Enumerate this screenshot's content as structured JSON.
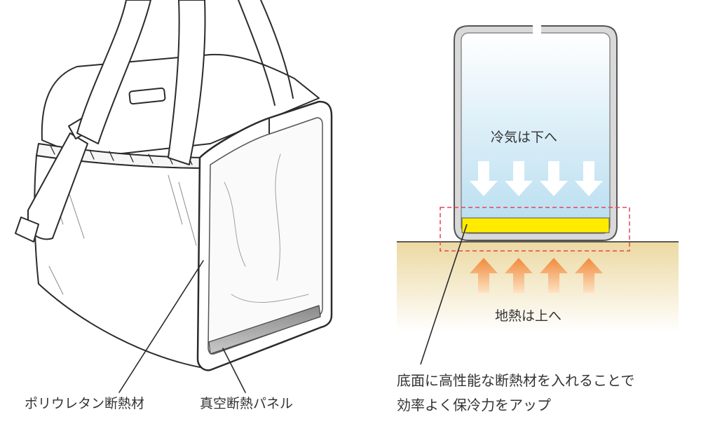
{
  "left_illustration": {
    "label_polyurethane": "ポリウレタン断熱材",
    "label_vacuum_panel": "真空断熱パネル"
  },
  "right_diagram": {
    "cold_air_label": "冷気は下へ",
    "ground_heat_label": "地熱は上へ",
    "description_line1": "底面に高性能な断熱材を入れることで",
    "description_line2": "効率よく保冷力をアップ"
  },
  "colors": {
    "cold_gradient_top": "#ffffff",
    "cold_gradient_bottom": "#b6ddf0",
    "ground_gradient_top": "#ecd9a2",
    "ground_gradient_bottom": "#ffffff",
    "insulation_yellow": "#ffeb00",
    "heat_arrow_top": "#f08a3a",
    "heat_arrow_bottom": "#fde2c4",
    "dashed_box_red": "#e8435a",
    "outline": "#2b2b2b"
  }
}
